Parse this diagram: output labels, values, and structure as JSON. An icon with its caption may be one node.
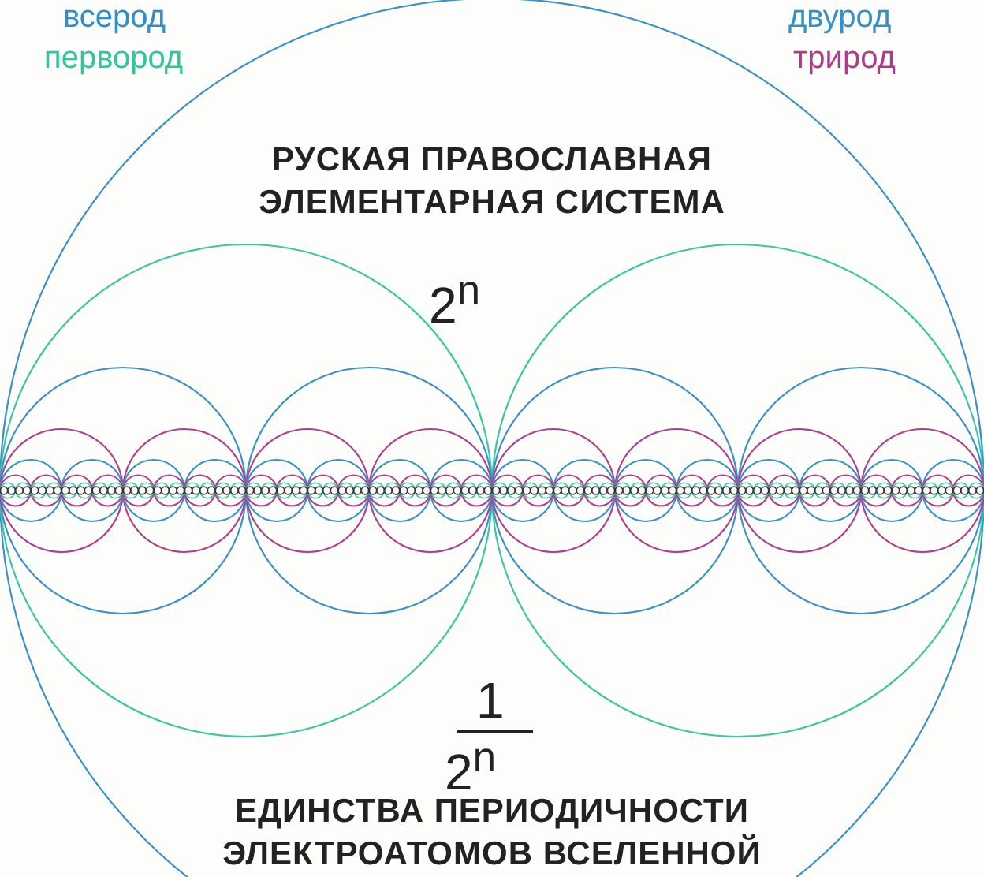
{
  "diagram": {
    "title": "РУСКАЯ ПРАВОСЛАВНАЯ ЭЛЕМЕНТАРНАЯ СИСТЕМА",
    "caption": "ЕДИНСТВА ПЕРИОДИЧНОСТИ ЭЛЕКТРОАТОМОВ ВСЕЛЕННОЙ",
    "labels": [
      "2$^{n}$",
      "1",
      "2$^{n}$"
    ],
    "legend": [
      {
        "text": "всерод",
        "color": "#2f8fc8"
      },
      {
        "text": "первород",
        "color": "#2ec79c"
      },
      {
        "text": "двурод",
        "color": "#3590c4"
      },
      {
        "text": "трирод",
        "color": "#b03a8a"
      }
    ]
  }
}
